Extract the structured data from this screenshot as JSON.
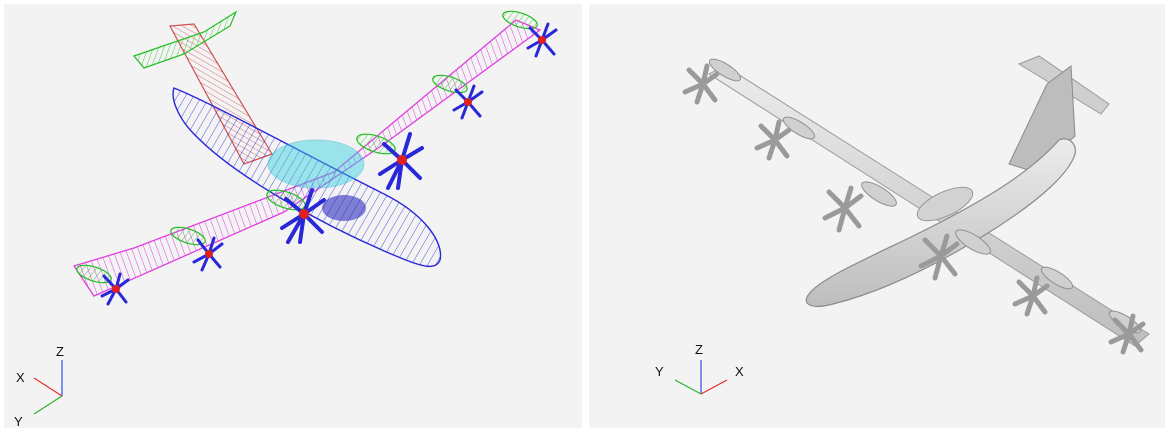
{
  "panels": [
    {
      "name": "wireframe-view",
      "triad": {
        "x_label": "X",
        "y_label": "Y",
        "z_label": "Z"
      }
    },
    {
      "name": "shaded-view",
      "triad": {
        "x_label": "X",
        "y_label": "Y",
        "z_label": "Z"
      }
    }
  ],
  "colors": {
    "background": "#f3f3f3",
    "wing": "#e040e0",
    "fuselage": "#2828d8",
    "vertical_tail": "#d05050",
    "horizontal_tail": "#20c020",
    "nacelle": "#20c020",
    "hub": "#e02020",
    "canopy": "#30d0e0",
    "shaded_body": "#d6d6d6",
    "axis_x": "#e03030",
    "axis_y": "#30b030",
    "axis_z": "#3050e0"
  }
}
